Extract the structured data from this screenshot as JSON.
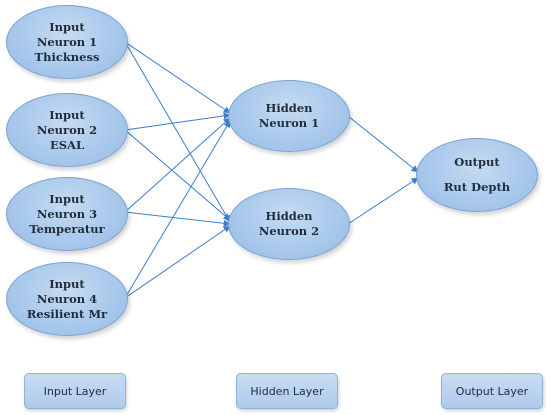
{
  "nodes": {
    "input1": {
      "lines": [
        "Input",
        "Neuron 1",
        "Thickness"
      ]
    },
    "input2": {
      "lines": [
        "Input",
        "Neuron 2",
        "ESAL"
      ]
    },
    "input3": {
      "lines": [
        "Input",
        "Neuron 3",
        "Temperatur"
      ]
    },
    "input4": {
      "lines": [
        "Input",
        "Neuron 4",
        "Resilient Mr"
      ]
    },
    "hidden1": {
      "lines": [
        "Hidden",
        "Neuron 1"
      ]
    },
    "hidden2": {
      "lines": [
        "Hidden",
        "Neuron 2"
      ]
    },
    "output": {
      "lines": [
        "Output",
        "Rut Depth"
      ]
    }
  },
  "legend": {
    "input_layer": "Input Layer",
    "hidden_layer": "Hidden Layer",
    "output_layer": "Output Layer"
  },
  "colors": {
    "node_fill": "#a9c9ec",
    "edge": "#3b7fcf"
  }
}
